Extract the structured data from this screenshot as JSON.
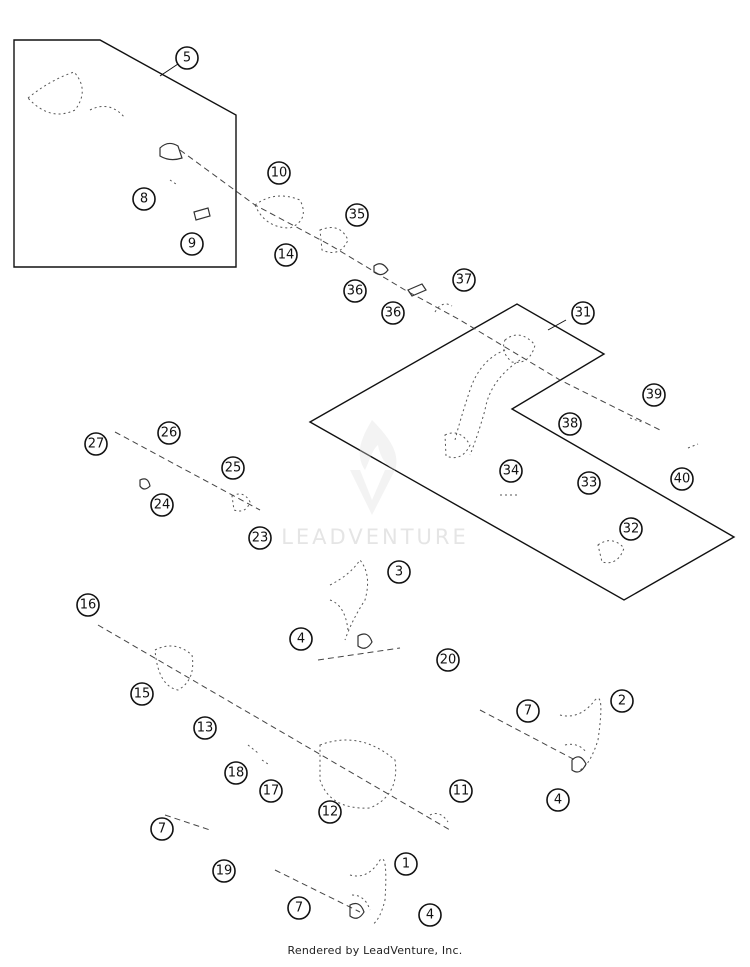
{
  "diagram": {
    "callouts": [
      "5",
      "8",
      "9",
      "10",
      "14",
      "35",
      "36",
      "36",
      "37",
      "31",
      "39",
      "38",
      "40",
      "34",
      "33",
      "32",
      "27",
      "26",
      "25",
      "24",
      "23",
      "3",
      "16",
      "4",
      "20",
      "15",
      "13",
      "7",
      "2",
      "18",
      "17",
      "12",
      "11",
      "4",
      "7",
      "19",
      "1",
      "7",
      "4"
    ],
    "watermark": "LEADVENTURE",
    "footer": "Rendered by LeadVenture, Inc."
  }
}
